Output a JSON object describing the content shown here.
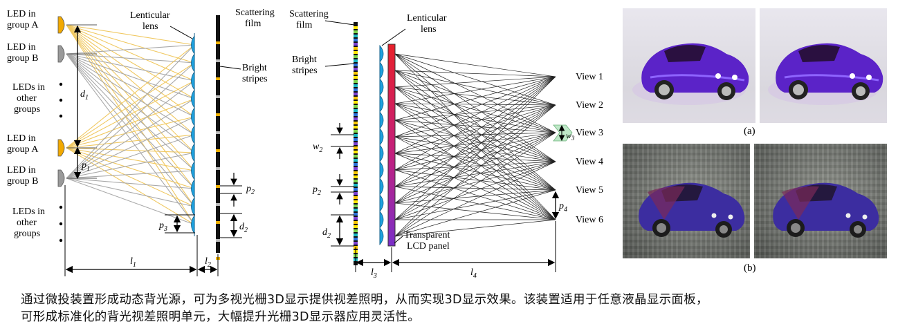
{
  "left_diagram": {
    "led_labels": [
      {
        "id": "ledA1",
        "text": [
          "LED in",
          "group A"
        ]
      },
      {
        "id": "ledB1",
        "text": [
          "LED in",
          "group B"
        ]
      },
      {
        "id": "ledsOther1",
        "text": [
          "LEDs in",
          "other",
          "groups"
        ]
      },
      {
        "id": "ledA2",
        "text": [
          "LED in",
          "group A"
        ]
      },
      {
        "id": "ledB2",
        "text": [
          "LED in",
          "group B"
        ]
      },
      {
        "id": "ledsOther2",
        "text": [
          "LEDs in",
          "other",
          "groups"
        ]
      }
    ],
    "lenticular_lens": [
      "Lenticular",
      "lens"
    ],
    "scattering_film": [
      "Scattering",
      "film"
    ],
    "bright_stripes": [
      "Bright",
      "stripes"
    ],
    "symbols": {
      "d1": "d",
      "d1_sub": "1",
      "p1": "p",
      "p1_sub": "1",
      "p2": "p",
      "p2_sub": "2",
      "p3": "p",
      "p3_sub": "3",
      "d2": "d",
      "d2_sub": "2",
      "l1": "l",
      "l1_sub": "1",
      "l2": "l",
      "l2_sub": "2"
    }
  },
  "middle_diagram": {
    "scattering_film": [
      "Scattering",
      "film"
    ],
    "lenticular_lens": [
      "Lenticular",
      "lens"
    ],
    "bright_stripes": [
      "Bright",
      "stripes"
    ],
    "lcd_panel": [
      "Transparent",
      "LCD panel"
    ],
    "views": [
      "View 1",
      "View 2",
      "View 3",
      "View 4",
      "View 5",
      "View 6"
    ],
    "symbols": {
      "w2": "w",
      "w2_sub": "2",
      "w3": "w",
      "w3_sub": "3",
      "p2": "p",
      "p2_sub": "2",
      "d2": "d",
      "d2_sub": "2",
      "p4": "p",
      "p4_sub": "4",
      "l3": "l",
      "l3_sub": "3",
      "l4": "l",
      "l4_sub": "4"
    }
  },
  "photos": {
    "label_a": "(a)",
    "label_b": "(b)"
  },
  "colors": {
    "led": "#f2a900",
    "led_gray": "#9a9a9a",
    "lens": "#1fa3e0",
    "ray_yellow": "#f0c860",
    "ray_gray": "#a9a9a9",
    "lcd_red": "#e8202a",
    "lcd_purple": "#7a2fc8"
  },
  "caption": [
    "通过微投装置形成动态背光源，可为多视光栅3D显示提供视差照明，从而实现3D显示效果。该装置适用于任意液晶显示面板，",
    "可形成标准化的背光视差照明单元，大幅提升光栅3D显示器应用灵活性。"
  ]
}
